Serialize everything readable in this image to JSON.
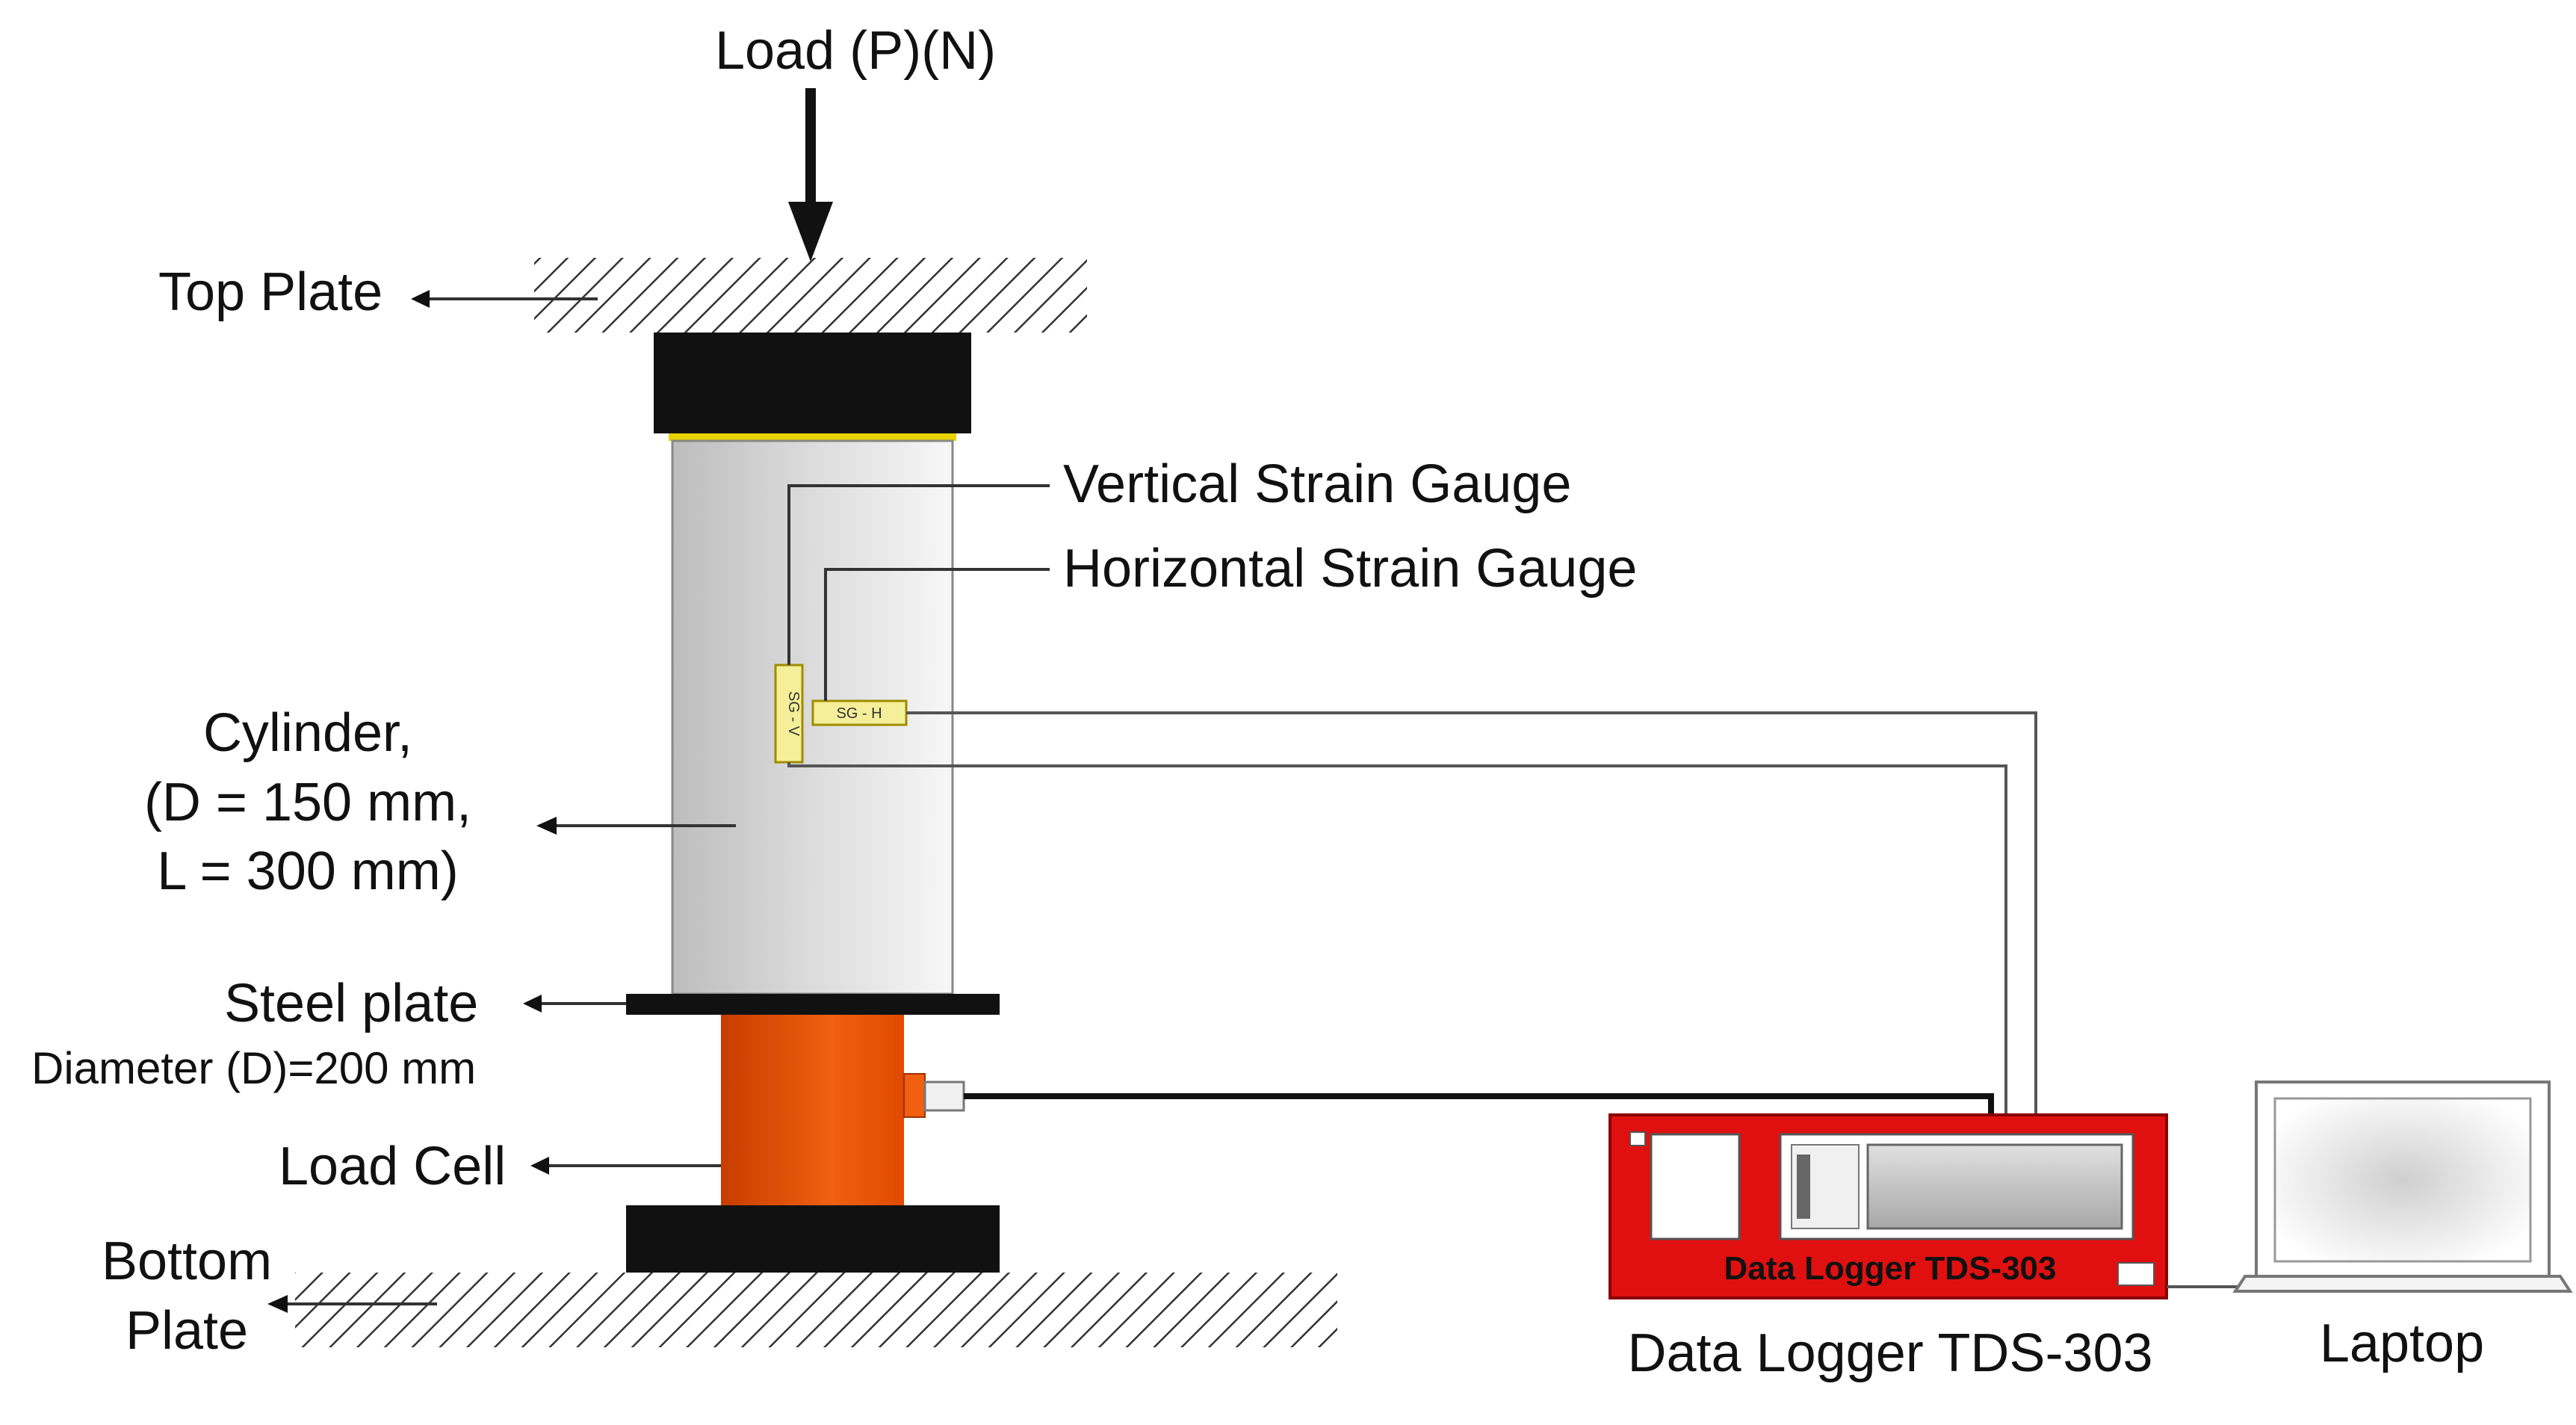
{
  "labels": {
    "load": "Load (P)(N)",
    "top_plate": "Top Plate",
    "vertical_gauge": "Vertical Strain Gauge",
    "horizontal_gauge": "Horizontal Strain Gauge",
    "cylinder_line1": "Cylinder,",
    "cylinder_line2": "(D = 150 mm,",
    "cylinder_line3": "L = 300 mm)",
    "steel_plate": "Steel plate",
    "steel_plate_diameter": "Diameter (D)=200 mm",
    "load_cell": "Load Cell",
    "bottom_plate_line1": "Bottom",
    "bottom_plate_line2": "Plate",
    "data_logger_caption": "Data Logger TDS-303",
    "data_logger_panel": "Data Logger TDS-303",
    "laptop": "Laptop",
    "gauge_h_tag": "SG - H",
    "gauge_v_tag": "SG - V"
  },
  "colors": {
    "load_cell": "#e0500a",
    "data_logger": "#e01010",
    "gauge": "#f5ef9a",
    "plates": "#111111",
    "cylinder_light": "#f4f4f4",
    "cylinder_dark": "#c8c8c8"
  }
}
